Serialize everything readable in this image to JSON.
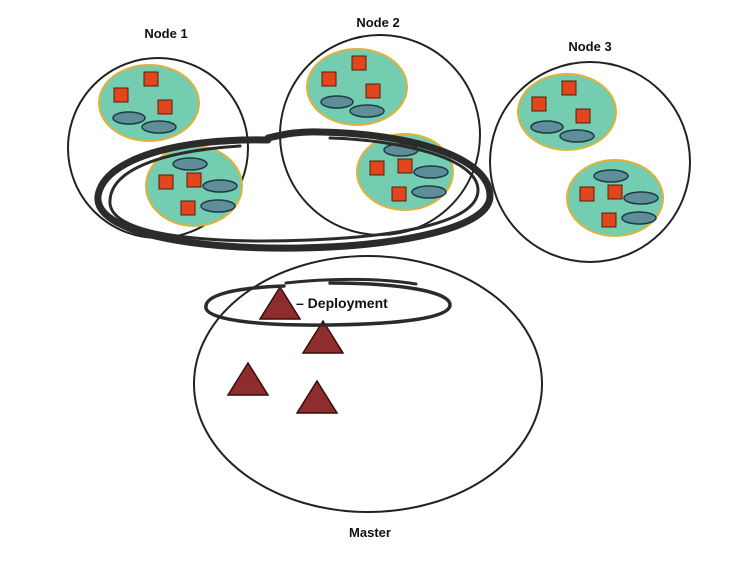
{
  "colors": {
    "pod_fill": "#74cdb0",
    "pod_border": "#e0b23a",
    "container": "#e2461c",
    "volume": "#5f8e9a",
    "deployment_pod": "#8e2d2d",
    "stroke": "#222222",
    "highlight_stroke": "#2b2b2b"
  },
  "nodes": [
    {
      "title": "Node 1"
    },
    {
      "title": "Node 2"
    },
    {
      "title": "Node 3"
    }
  ],
  "master": {
    "title": "Master"
  },
  "deployment": {
    "label": "– Deployment"
  },
  "shapes": {
    "pod": "rounded-blob",
    "container": "square",
    "volume": "ellipse",
    "deployment_pod": "triangle"
  }
}
